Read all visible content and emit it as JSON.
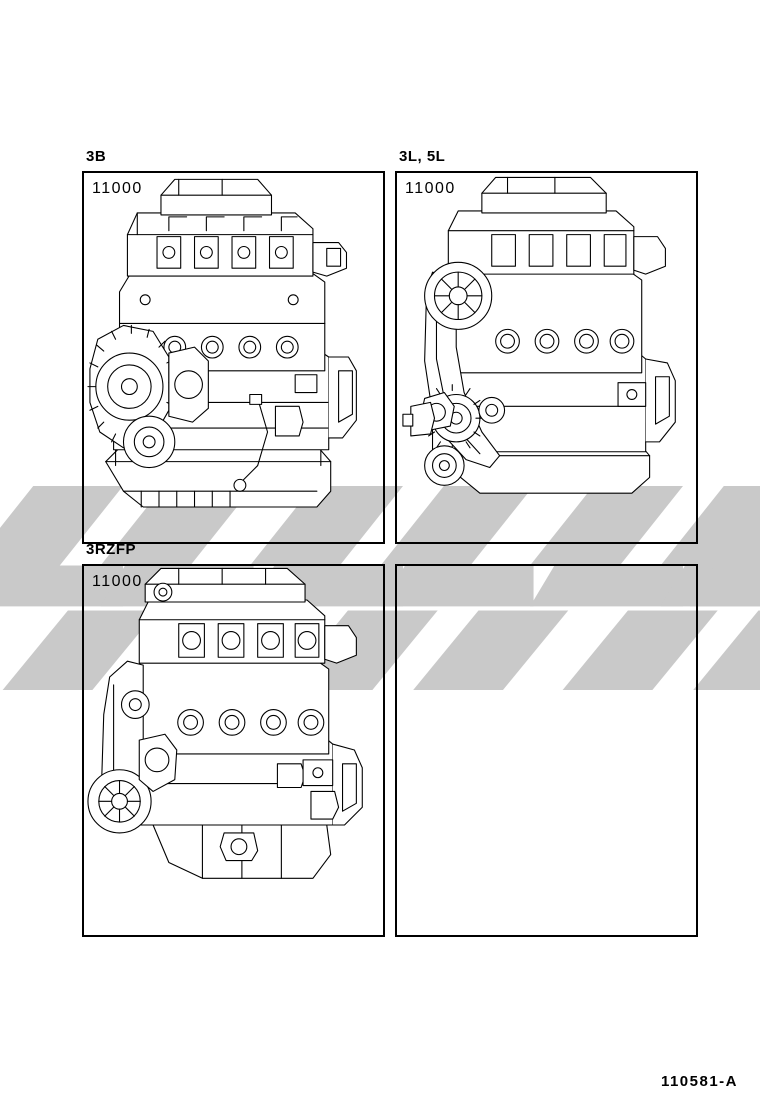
{
  "document": {
    "figure_code": "110581-A",
    "background_color": "#ffffff",
    "line_color": "#000000",
    "watermark_color": "#c9c9c9"
  },
  "panels": [
    {
      "id": "panel-3b",
      "caption": "3B",
      "part_number": "11000",
      "illustration": "engine-assembly-3b",
      "empty": false
    },
    {
      "id": "panel-3l-5l",
      "caption": "3L, 5L",
      "part_number": "11000",
      "illustration": "engine-assembly-3l-5l",
      "empty": false
    },
    {
      "id": "panel-3rzfp",
      "caption": "3RZFP",
      "part_number": "11000",
      "illustration": "engine-assembly-3rzfp",
      "empty": false
    },
    {
      "id": "panel-empty",
      "caption": "",
      "part_number": "",
      "illustration": "",
      "empty": true
    }
  ],
  "watermark": {
    "glyph": "chevron-arrow",
    "repeat_count": 4
  }
}
